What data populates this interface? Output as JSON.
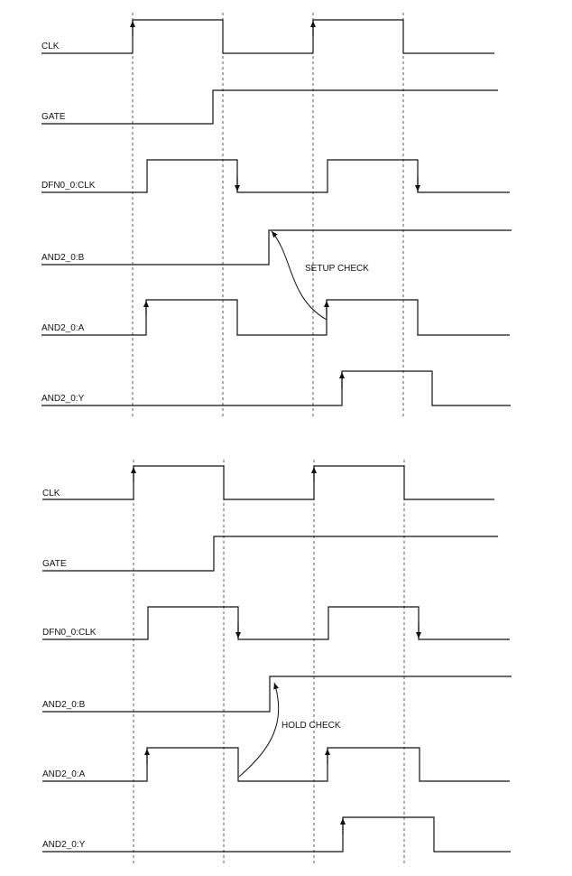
{
  "panels": [
    {
      "id": "setup",
      "annotation": "SETUP CHECK",
      "signals": [
        {
          "label": "CLK",
          "levels": "LHLHL"
        },
        {
          "label": "GATE",
          "levels": "LLH"
        },
        {
          "label": "DFN0_0:CLK",
          "levels": "LHLHL"
        },
        {
          "label": "AND2_0:B",
          "levels": "LH"
        },
        {
          "label": "AND2_0:A",
          "levels": "LHLHL"
        },
        {
          "label": "AND2_0:Y",
          "levels": "LHL"
        }
      ]
    },
    {
      "id": "hold",
      "annotation": "HOLD CHECK",
      "signals": [
        {
          "label": "CLK",
          "levels": "LHLHL"
        },
        {
          "label": "GATE",
          "levels": "LLH"
        },
        {
          "label": "DFN0_0:CLK",
          "levels": "LHLHL"
        },
        {
          "label": "AND2_0:B",
          "levels": "LH"
        },
        {
          "label": "AND2_0:A",
          "levels": "LHLHL"
        },
        {
          "label": "AND2_0:Y",
          "levels": "LHL"
        }
      ]
    }
  ]
}
